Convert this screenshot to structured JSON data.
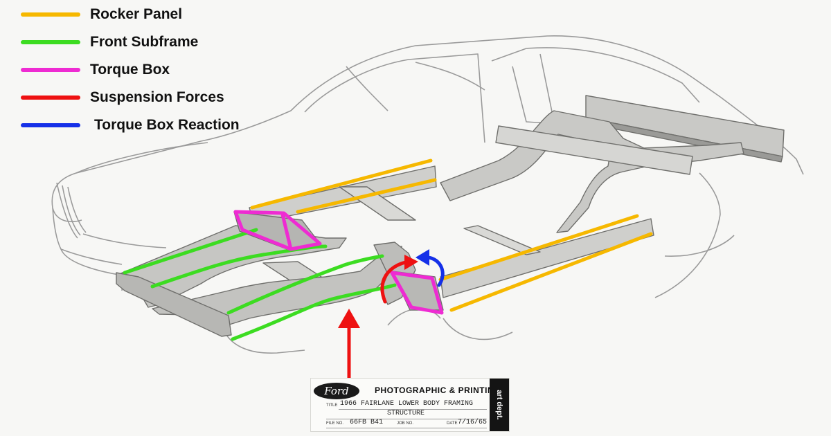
{
  "legend": {
    "items": [
      {
        "label": "Rocker Panel",
        "color": "#f6b800"
      },
      {
        "label": "Front Subframe",
        "color": "#3cdc21"
      },
      {
        "label": "Torque Box",
        "color": "#ee2bd2"
      },
      {
        "label": "Suspension Forces",
        "color": "#ee1111"
      },
      {
        "label": "Torque Box Reaction",
        "color": "#1530e8"
      }
    ]
  },
  "tag": {
    "logo": "Ford",
    "heading": "PHOTOGRAPHIC & PRINTING",
    "side_label": "art dept.",
    "title_label": "TITLE",
    "title_line1": "1966 FAIRLANE LOWER BODY FRAMING",
    "title_line2": "STRUCTURE",
    "file_label": "FILE NO.",
    "file_no": "66FB B41",
    "job_label": "JOB NO.",
    "date_label": "DATE",
    "date": "7/16/65"
  },
  "colors": {
    "outline": "#8a8a8a",
    "frame_fill": "#c9c9c6",
    "frame_dark": "#6f6f6c"
  }
}
